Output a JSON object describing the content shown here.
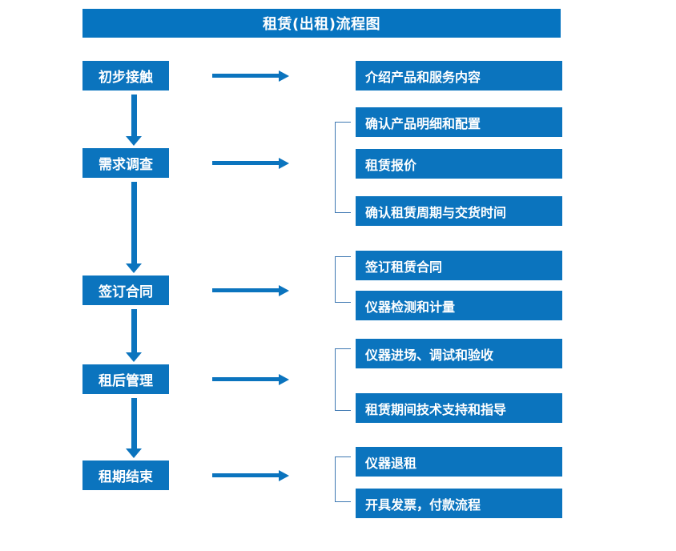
{
  "title": "租赁(出租)流程图",
  "colors": {
    "brand_blue": "#0B74BE",
    "title_blue": "#0674C0",
    "bracket_blue": "#3E78B2",
    "text_white": "#FFFFFF",
    "background": "#FFFFFF"
  },
  "stages": [
    {
      "label": "初步接触"
    },
    {
      "label": "需求调查"
    },
    {
      "label": "签订合同"
    },
    {
      "label": "租后管理"
    },
    {
      "label": "租期结束"
    }
  ],
  "tasks": [
    {
      "label": "介绍产品和服务内容"
    },
    {
      "label": "确认产品明细和配置"
    },
    {
      "label": "租赁报价"
    },
    {
      "label": "确认租赁周期与交货时间"
    },
    {
      "label": "签订租赁合同"
    },
    {
      "label": "仪器检测和计量"
    },
    {
      "label": "仪器进场、调试和验收"
    },
    {
      "label": "租赁期间技术支持和指导"
    },
    {
      "label": "仪器退租"
    },
    {
      "label": "开具发票，付款流程"
    }
  ],
  "chart_data": {
    "type": "diagram",
    "title": "租赁(出租)流程图",
    "flow": [
      {
        "stage": "初步接触",
        "outputs": [
          "介绍产品和服务内容"
        ],
        "grouped": false
      },
      {
        "stage": "需求调查",
        "outputs": [
          "确认产品明细和配置",
          "租赁报价",
          "确认租赁周期与交货时间"
        ],
        "grouped": true
      },
      {
        "stage": "签订合同",
        "outputs": [
          "签订租赁合同",
          "仪器检测和计量"
        ],
        "grouped": true
      },
      {
        "stage": "租后管理",
        "outputs": [
          "仪器进场、调试和验收",
          "租赁期间技术支持和指导"
        ],
        "grouped": true
      },
      {
        "stage": "租期结束",
        "outputs": [
          "仪器退租",
          "开具发票，付款流程"
        ],
        "grouped": true
      }
    ]
  }
}
